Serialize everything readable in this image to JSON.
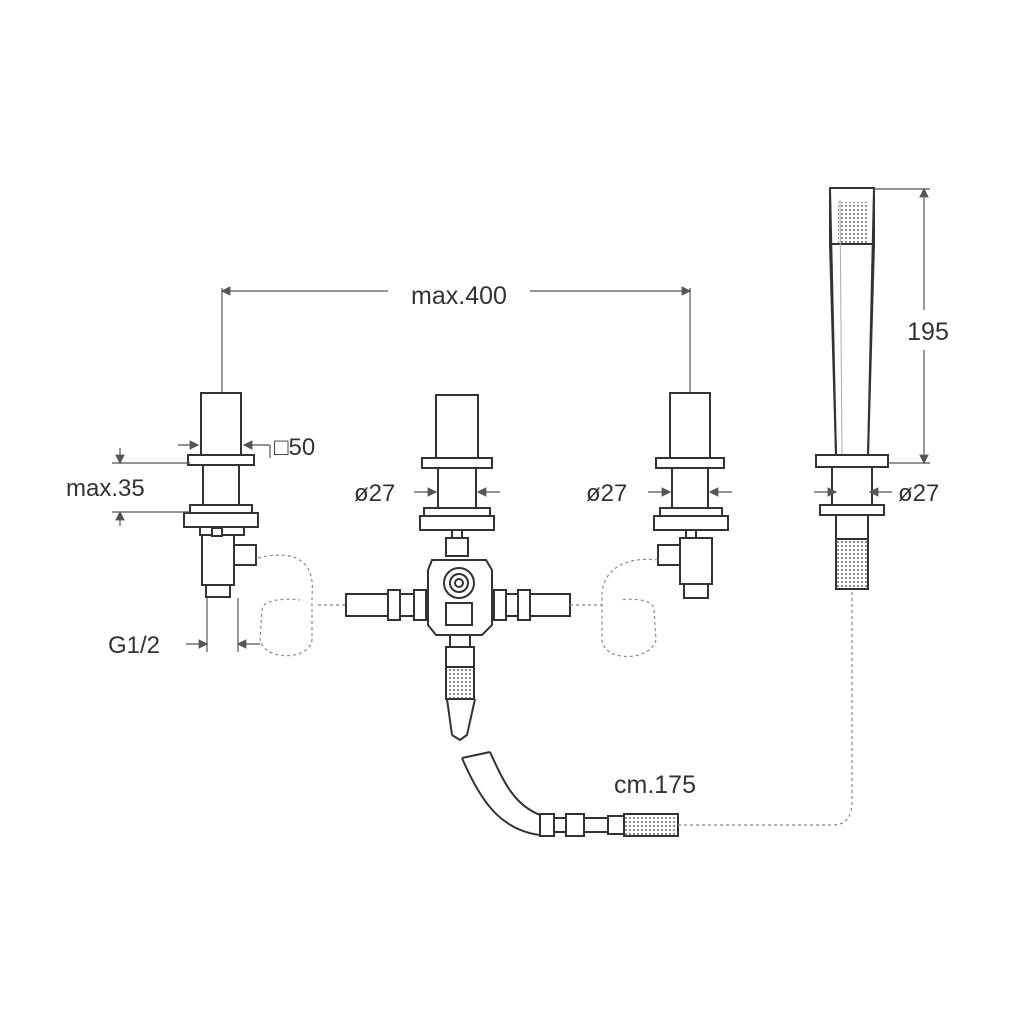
{
  "dimensions": {
    "overall_width": "max.400",
    "handset_height": "195",
    "square_size": "□50",
    "deck_thickness": "max.35",
    "thread": "G1/2",
    "diameter_center": "ø27",
    "diameter_right": "ø27",
    "diameter_handset": "ø27",
    "hose_length": "cm.175"
  }
}
